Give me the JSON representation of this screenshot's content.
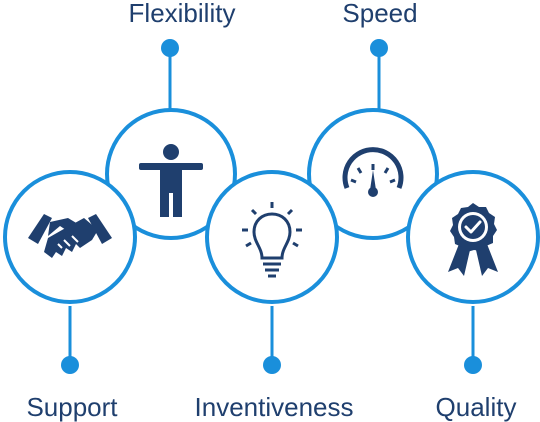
{
  "features": [
    {
      "id": "support",
      "label": "Support",
      "icon": "handshake-icon"
    },
    {
      "id": "flexibility",
      "label": "Flexibility",
      "icon": "person-icon"
    },
    {
      "id": "inventiveness",
      "label": "Inventiveness",
      "icon": "lightbulb-icon"
    },
    {
      "id": "speed",
      "label": "Speed",
      "icon": "speedometer-icon"
    },
    {
      "id": "quality",
      "label": "Quality",
      "icon": "award-badge-icon"
    }
  ],
  "colors": {
    "ring": "#1a8fdb",
    "dot": "#1a8fdb",
    "icon": "#1f3f6e",
    "text": "#1f3f6e"
  }
}
